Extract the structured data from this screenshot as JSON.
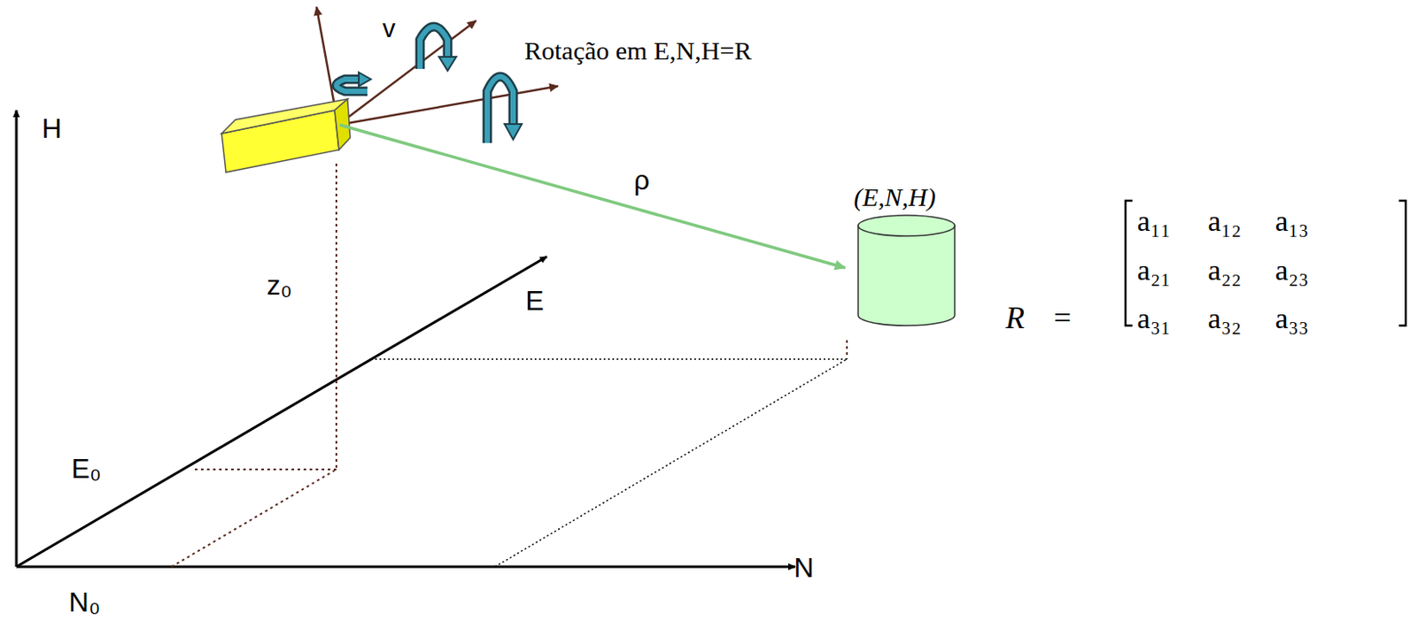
{
  "diagram": {
    "nodes": [
      {
        "text": [
          "(E,N,H)"
        ]
      }
    ],
    "labels": [
      "v",
      "Rotação em E,N,H=R",
      "H",
      "ρ",
      "z₀",
      "E",
      "E₀",
      "N",
      "N₀",
      "R",
      "=",
      "a₁₁",
      "a₁₂",
      "a₁₃",
      "a₂₁",
      "a₂₂",
      "a₂₃",
      "a₃₁",
      "a₃₂",
      "a₃₃"
    ]
  }
}
